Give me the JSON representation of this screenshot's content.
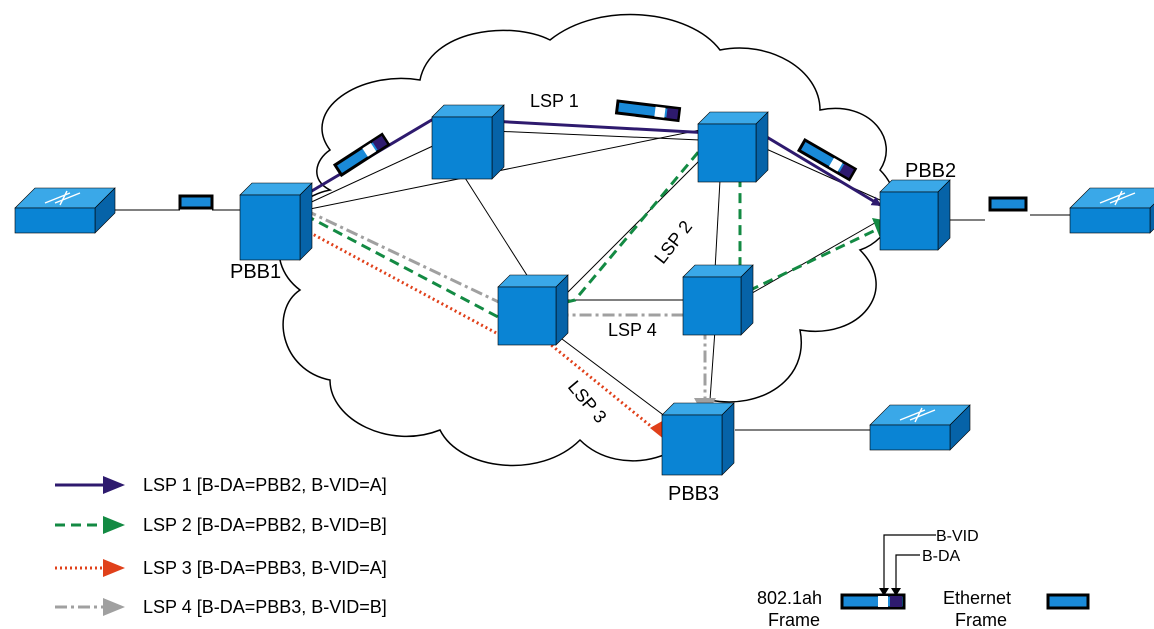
{
  "nodes": {
    "pbb1": "PBB1",
    "pbb2": "PBB2",
    "pbb3": "PBB3"
  },
  "path_labels": {
    "lsp1": "LSP 1",
    "lsp2": "LSP 2",
    "lsp3": "LSP 3",
    "lsp4": "LSP 4"
  },
  "legend": [
    {
      "text": "LSP 1 [B-DA=PBB2, B-VID=A]",
      "color": "#2e1a6e",
      "style": "solid"
    },
    {
      "text": "LSP 2 [B-DA=PBB2, B-VID=B]",
      "color": "#138a43",
      "style": "dashed"
    },
    {
      "text": "LSP 3 [B-DA=PBB3, B-VID=A]",
      "color": "#e0401a",
      "style": "dotted"
    },
    {
      "text": "LSP 4 [B-DA=PBB3, B-VID=B]",
      "color": "#a0a0a0",
      "style": "dash-dot"
    }
  ],
  "frame_key": {
    "b_vid": "B-VID",
    "b_da": "B-DA",
    "frame_8021ah_line1": "802.1ah",
    "frame_8021ah_line2": "Frame",
    "ethernet_line1": "Ethernet",
    "ethernet_line2": "Frame"
  },
  "colors": {
    "device": "#0a84d4",
    "device_top": "#3aa8e8",
    "device_side": "#0663a8",
    "frame_fill": "#1a8ad8"
  }
}
